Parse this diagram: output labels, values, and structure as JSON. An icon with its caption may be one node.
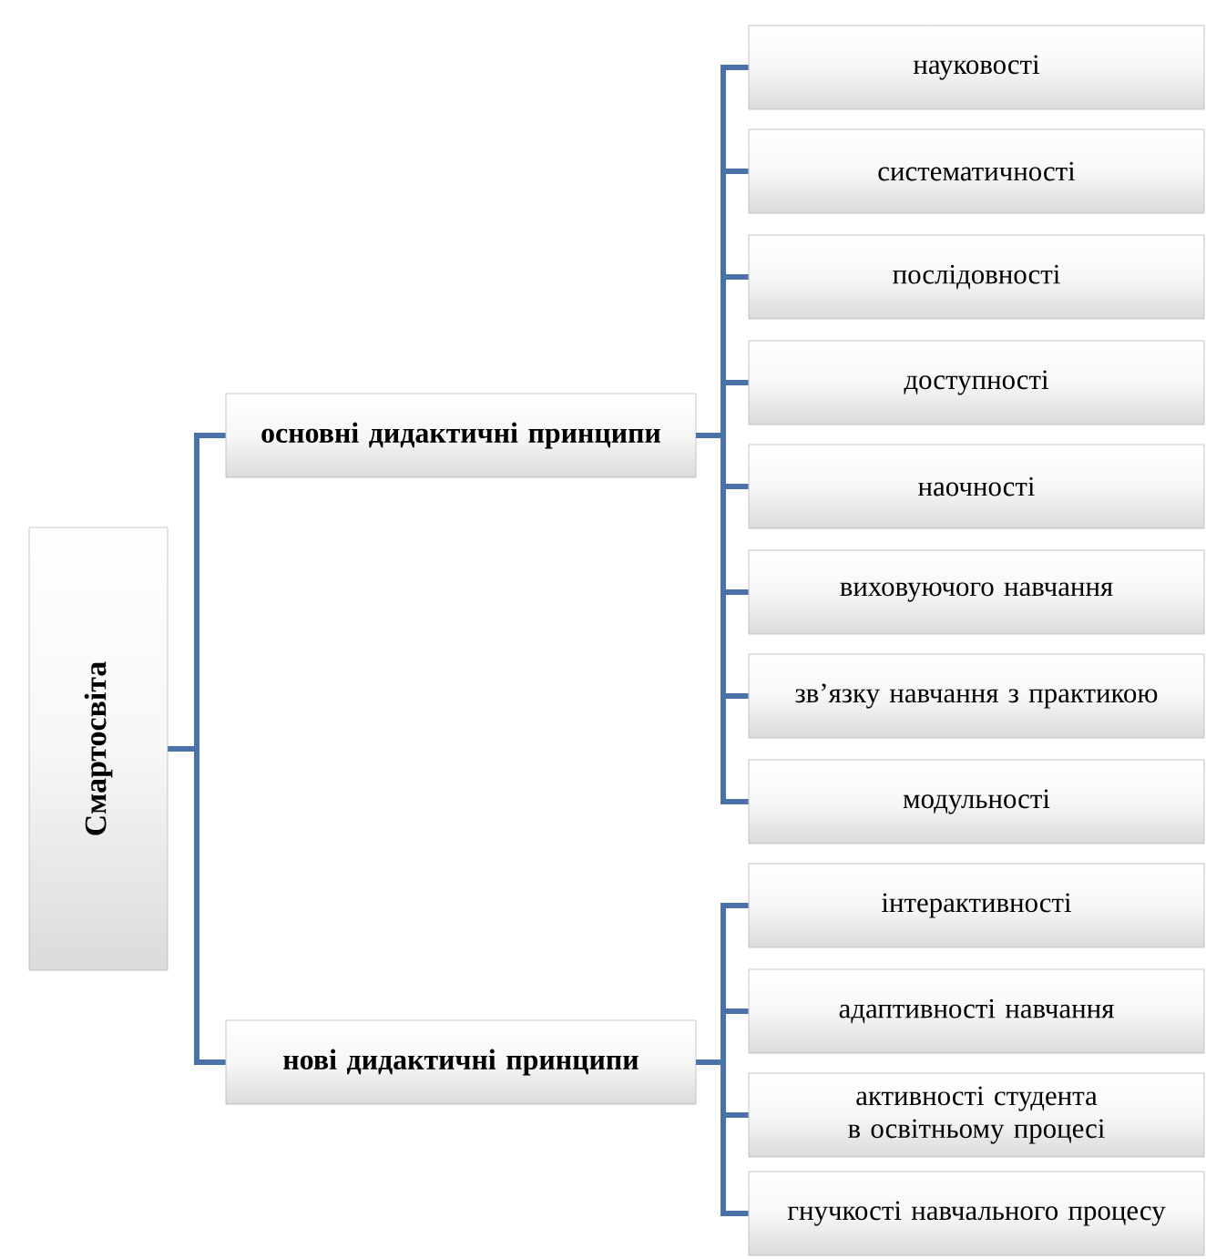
{
  "diagram": {
    "nodes": [
      {
        "text": [
          "Смартосвіта"
        ]
      },
      {
        "text": [
          "основні дидактичні принципи"
        ]
      },
      {
        "text": [
          "нові дидактичні принципи"
        ]
      },
      {
        "text": [
          "науковості"
        ]
      },
      {
        "text": [
          "систематичності"
        ]
      },
      {
        "text": [
          "послідовності"
        ]
      },
      {
        "text": [
          "доступності"
        ]
      },
      {
        "text": [
          "наочності"
        ]
      },
      {
        "text": [
          "виховуючого навчання"
        ]
      },
      {
        "text": [
          "зв’язку навчання з практикою"
        ]
      },
      {
        "text": [
          "модульності"
        ]
      },
      {
        "text": [
          "інтерактивності"
        ]
      },
      {
        "text": [
          "адаптивності навчання"
        ]
      },
      {
        "text": [
          "активності студента в освітньому процесі"
        ]
      },
      {
        "text": [
          "гнучкості навчального процесу"
        ]
      }
    ],
    "edges": [
      {
        "from": 0,
        "to": 1,
        "arrow": "none"
      },
      {
        "from": 0,
        "to": 2,
        "arrow": "none"
      },
      {
        "from": 1,
        "to": 3,
        "arrow": "none"
      },
      {
        "from": 1,
        "to": 4,
        "arrow": "none"
      },
      {
        "from": 1,
        "to": 5,
        "arrow": "none"
      },
      {
        "from": 1,
        "to": 6,
        "arrow": "none"
      },
      {
        "from": 1,
        "to": 7,
        "arrow": "none"
      },
      {
        "from": 1,
        "to": 8,
        "arrow": "none"
      },
      {
        "from": 1,
        "to": 9,
        "arrow": "none"
      },
      {
        "from": 1,
        "to": 10,
        "arrow": "none"
      },
      {
        "from": 2,
        "to": 11,
        "arrow": "none"
      },
      {
        "from": 2,
        "to": 12,
        "arrow": "none"
      },
      {
        "from": 2,
        "to": 13,
        "arrow": "none"
      },
      {
        "from": 2,
        "to": 14,
        "arrow": "none"
      }
    ]
  }
}
